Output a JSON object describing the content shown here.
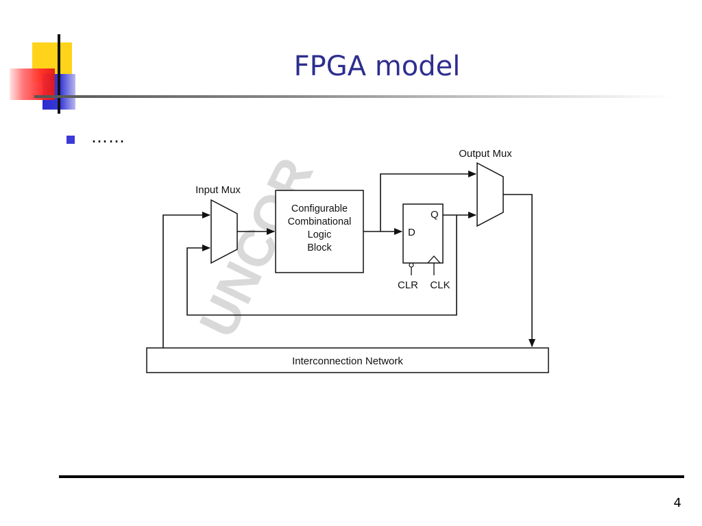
{
  "slide": {
    "title": "FPGA model",
    "bullet": "……",
    "page_number": "4"
  },
  "diagram": {
    "input_mux_label": "Input Mux",
    "output_mux_label": "Output Mux",
    "logic_block_lines": [
      "Configurable",
      "Combinational",
      "Logic",
      "Block"
    ],
    "ff_d_label": "D",
    "ff_q_label": "Q",
    "clr_label": "CLR",
    "clk_label": "CLK",
    "network_label": "Interconnection Network",
    "watermark": "UNCOR"
  },
  "colors": {
    "title": "#2e2e8f",
    "bullet": "#3a3ad6",
    "deco_yellow": "#ffd31a",
    "deco_red": "#ff3030",
    "deco_blue": "#3a3ad6"
  }
}
